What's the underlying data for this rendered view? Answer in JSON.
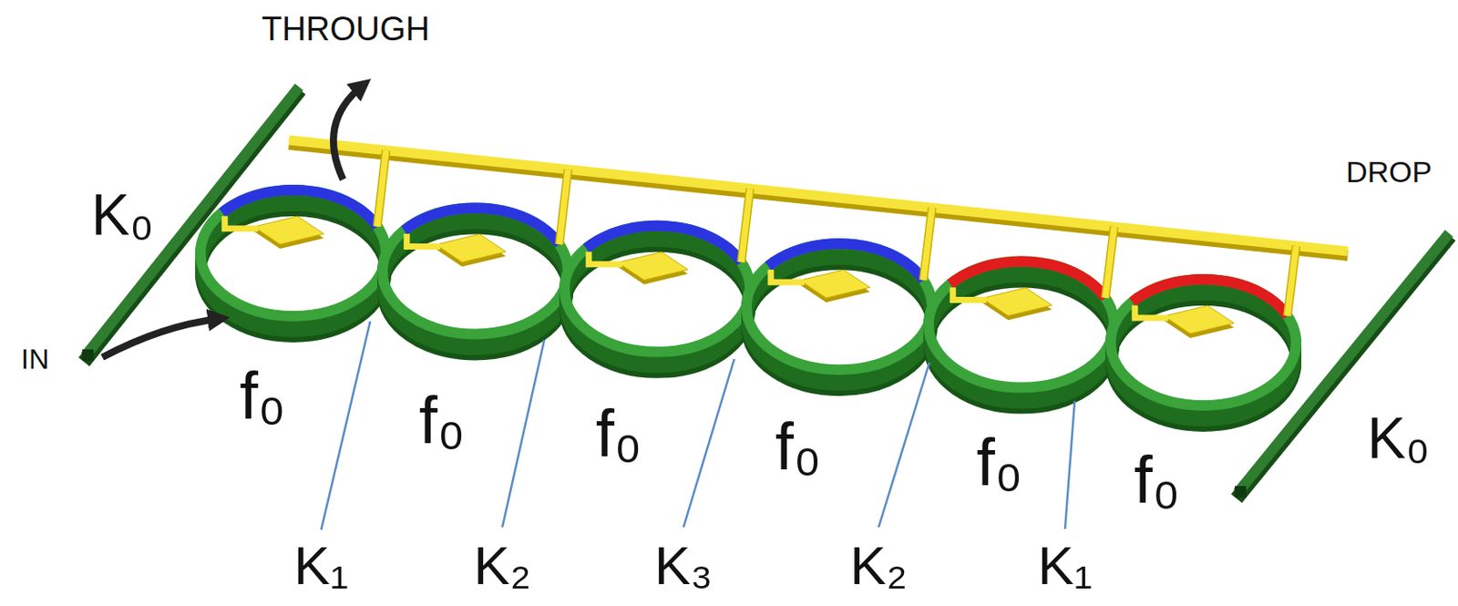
{
  "diagram": {
    "labels": [
      "THROUGH",
      "DROP",
      "K₀",
      "IN",
      "f₀",
      "f₀",
      "f₀",
      "f₀",
      "f₀",
      "f₀",
      "K₀",
      "K₁",
      "K₂",
      "K₃",
      "K₂",
      "K₁"
    ]
  }
}
